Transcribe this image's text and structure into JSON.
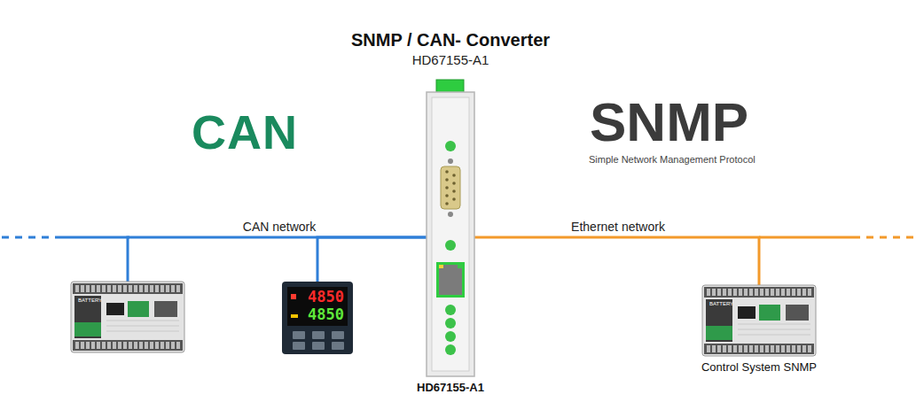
{
  "diagram": {
    "title": "SNMP / CAN- Converter",
    "nodes": [
      {
        "text": [
          "BATTERY"
        ]
      },
      {
        "text": [
          "4850",
          "4850"
        ]
      },
      {
        "text": [
          "HD67155-A1"
        ]
      },
      {
        "text": [
          "BATTERY",
          "Control System SNMP"
        ]
      }
    ],
    "edges": [
      {
        "from": 0,
        "to": 2,
        "arrow": "none"
      },
      {
        "from": 1,
        "to": 2,
        "arrow": "none",
        "label": "CAN network"
      },
      {
        "from": 2,
        "to": 3,
        "arrow": "none",
        "label": "Ethernet network"
      }
    ],
    "labels": [
      "HD67155-A1",
      "CAN",
      "SNMP",
      "Simple Network Management Protocol"
    ]
  }
}
